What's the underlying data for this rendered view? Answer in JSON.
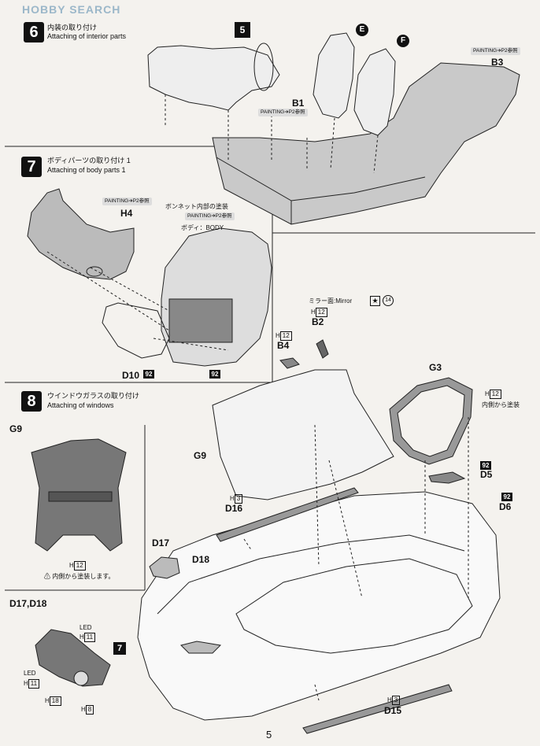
{
  "watermark": "HOBBY SEARCH",
  "page_number": "5",
  "step6": {
    "number": "6",
    "title_jp": "内装の取り付け",
    "title_en": "Attaching of interior parts",
    "flag_5": "5",
    "marker_e": "E",
    "marker_f": "F",
    "b1": {
      "paint": "PAINTING➔P2参照",
      "label": "B1"
    },
    "b3": {
      "paint": "PAINTING➔P2参照",
      "label": "B3"
    }
  },
  "step7": {
    "number": "7",
    "title_jp": "ボディパーツの取り付け 1",
    "title_en": "Attaching of body parts 1",
    "h4": {
      "paint": "PAINTING➔P2参照",
      "label": "H4"
    },
    "bonnet_note": "ボンネット内部の塗装",
    "bonnet_paint": "PAINTING➔P2参照",
    "body_label": "ボディ：BODY",
    "d10": "D10",
    "d10_code": "92",
    "code_92": "92"
  },
  "mirror": {
    "label": "ミラー面:Mirror",
    "num": "14",
    "b2_code": "H",
    "b2_codenum": "12",
    "b2": "B2",
    "b4_code": "H",
    "b4_codenum": "12",
    "b4": "B4"
  },
  "step8": {
    "number": "8",
    "title_jp": "ウインドウガラスの取り付け",
    "title_en": "Attaching of windows",
    "g9_panel": "G9",
    "g9_code": "H",
    "g9_codenum": "12",
    "g9_note": "内側から塗装します。",
    "g9": "G9",
    "g3": "G3",
    "g3_code": "H",
    "g3_codenum": "12",
    "g3_note": "内側から塗装",
    "d5_code": "92",
    "d5": "D5",
    "d6_code": "92",
    "d6": "D6",
    "d16_code": "H",
    "d16_codenum": "3",
    "d16": "D16",
    "d17": "D17",
    "d18": "D18",
    "d15_code": "H",
    "d15_codenum": "3",
    "d15": "D15",
    "flag_7": "7"
  },
  "d17d18": {
    "title": "D17,D18",
    "led1": "LED",
    "led1_code": "H",
    "led1_num": "11",
    "led2": "LED",
    "led2_code": "H",
    "led2_num": "11",
    "h18_code": "H",
    "h18_num": "18",
    "h8_code": "H",
    "h8_num": "8"
  }
}
